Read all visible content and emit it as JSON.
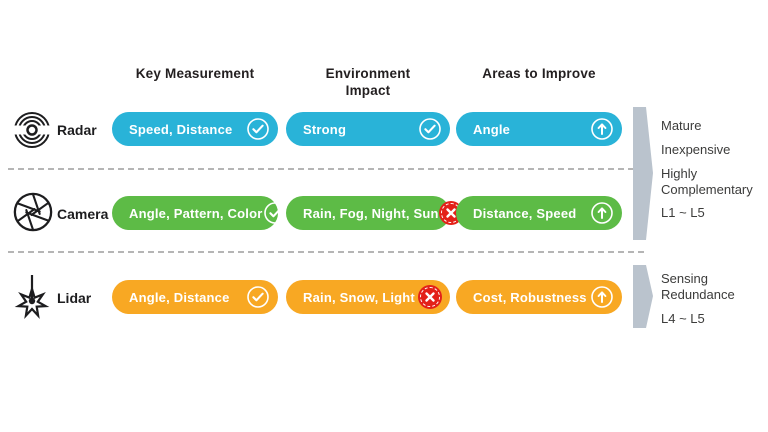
{
  "columns": [
    {
      "label": "Key Measurement"
    },
    {
      "label": "Environment Impact"
    },
    {
      "label": "Areas to Improve"
    }
  ],
  "rows": [
    {
      "label": "Radar",
      "icon": "radar-icon",
      "color": "#29b3d8",
      "cells": [
        {
          "text": "Speed, Distance",
          "icon": "check-circle-icon"
        },
        {
          "text": "Strong",
          "icon": "check-circle-icon"
        },
        {
          "text": "Angle",
          "icon": "up-arrow-circle-icon"
        }
      ]
    },
    {
      "label": "Camera",
      "icon": "camera-aperture-icon",
      "color": "#5dbb46",
      "cells": [
        {
          "text": "Angle, Pattern, Color",
          "icon": "check-circle-icon"
        },
        {
          "text": "Rain, Fog, Night, Sun",
          "icon": "x-badge-icon"
        },
        {
          "text": "Distance, Speed",
          "icon": "up-arrow-circle-icon"
        }
      ]
    },
    {
      "label": "Lidar",
      "icon": "lidar-icon",
      "color": "#f8a823",
      "cells": [
        {
          "text": "Angle, Distance",
          "icon": "check-circle-icon"
        },
        {
          "text": "Rain, Snow, Light",
          "icon": "x-badge-icon"
        },
        {
          "text": "Cost, Robustness",
          "icon": "up-arrow-circle-icon"
        }
      ]
    }
  ],
  "annotations": [
    {
      "lines": [
        "Mature",
        "Inexpensive",
        "Highly Complementary",
        "L1 ~ L5"
      ]
    },
    {
      "lines": [
        "Sensing Redundance",
        "L4 ~ L5"
      ]
    }
  ],
  "colors": {
    "radar": "#29b3d8",
    "camera": "#5dbb46",
    "lidar": "#f8a823",
    "x_badge": "#e32119",
    "bracket": "#bac3cd",
    "text": "#2d2a2b",
    "dash": "#b5b5b5"
  }
}
